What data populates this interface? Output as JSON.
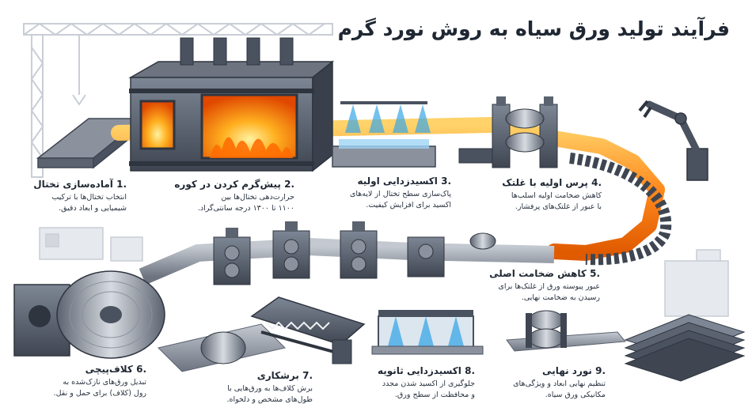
{
  "title": "فرآیند تولید ورق سیاه به روش نورد گرم",
  "colors": {
    "steel": "#4a5260",
    "hot": "#f5891e",
    "fire": "#ff6a00",
    "water": "#3ba7e6",
    "text": "#1f2733"
  },
  "steps": [
    {
      "title": ".1 آماده‌سازی تختال",
      "desc": [
        "انتخاب تختال‌ها با ترکیب",
        "شیمیایی و ابعاد دقیق."
      ]
    },
    {
      "title": ".2 پیش‌گرم کردن در کوره",
      "desc": [
        "حرارت‌دهی تختال‌ها بین",
        "۱۱۰۰ تا ۱۳۰۰ درجه سانتی‌گراد."
      ]
    },
    {
      "title": ".3 اکسیدزدایی اولیه",
      "desc": [
        "پاک‌سازی سطح تختال از لایه‌های",
        "اکسید برای افزایش کیفیت."
      ]
    },
    {
      "title": ".4 پرس اولیه با غلتک",
      "desc": [
        "کاهش ضخامت اولیه اسلب‌ها",
        "با عبور از غلتک‌های پرفشار."
      ]
    },
    {
      "title": ".5 کاهش ضخامت اصلی",
      "desc": [
        "عبور پیوسته ورق از غلتک‌ها برای",
        "رسیدن به ضخامت نهایی."
      ]
    },
    {
      "title": ".6 کلاف‌پیچی",
      "desc": [
        "تبدیل ورق‌های نازک‌شده به",
        "رول (کلاف) برای حمل و نقل."
      ]
    },
    {
      "title": ".7 برشکاری",
      "desc": [
        "برش کلاف‌ها به ورق‌هایی با",
        "طول‌های مشخص و دلخواه."
      ]
    },
    {
      "title": ".8 اکسیدزدایی ثانویه",
      "desc": [
        "جلوگیری از اکسید شدن مجدد",
        "و محافظت از سطح ورق."
      ]
    },
    {
      "title": ".9 نورد نهایی",
      "desc": [
        "تنظیم نهایی ابعاد و ویژگی‌های",
        "مکانیکی ورق سیاه."
      ]
    }
  ]
}
